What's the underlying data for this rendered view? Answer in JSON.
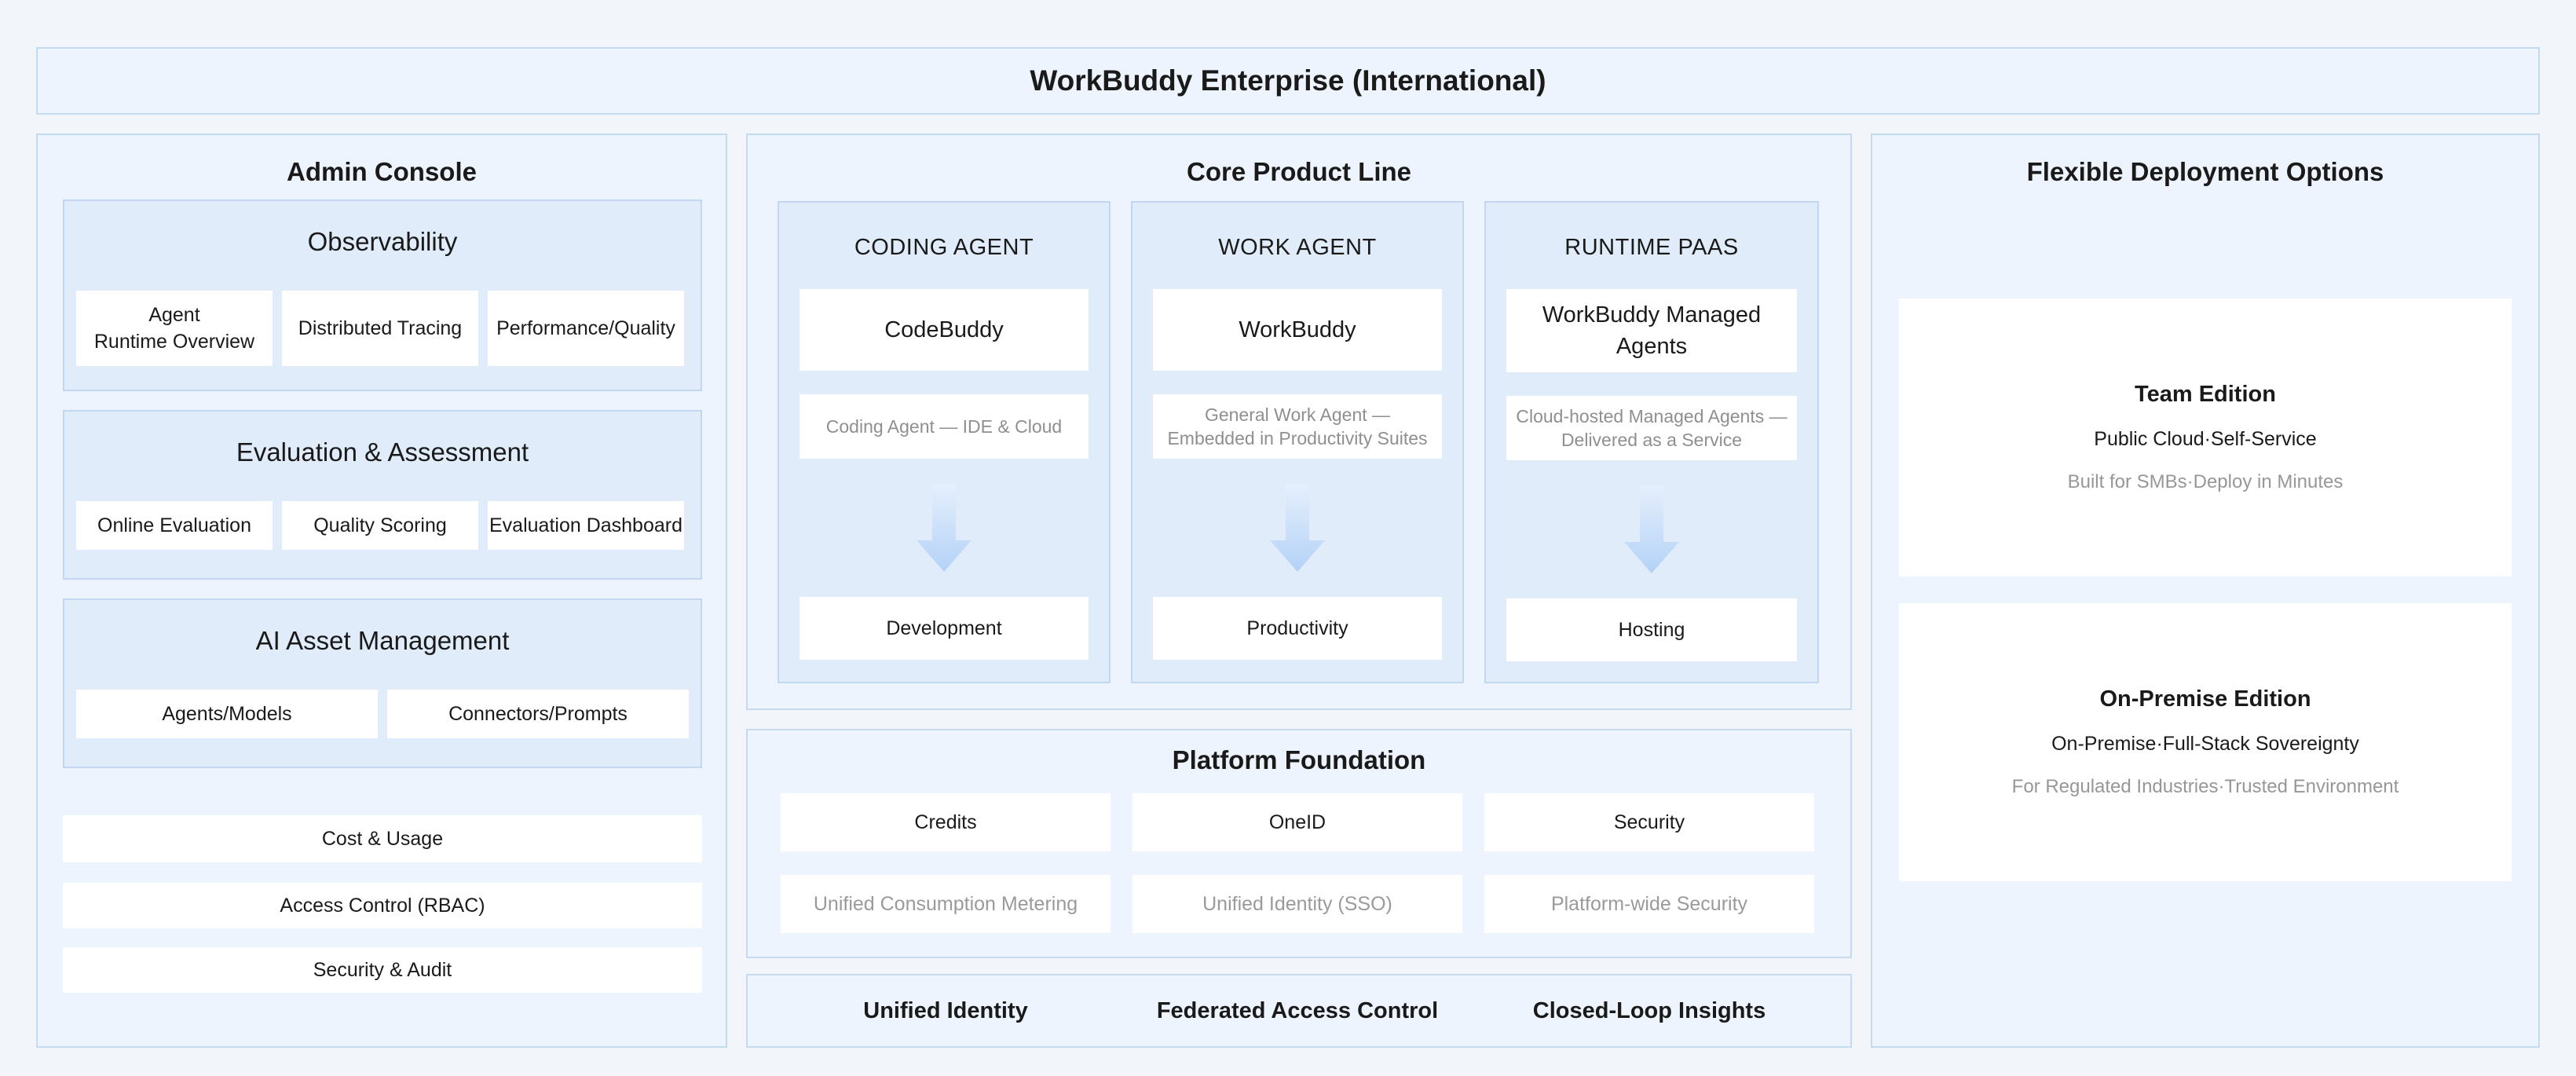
{
  "header": {
    "title": "WorkBuddy Enterprise (International)"
  },
  "admin_console": {
    "title": "Admin Console",
    "observability": {
      "title": "Observability",
      "items": [
        "Agent\nRuntime Overview",
        "Distributed Tracing",
        "Performance/Quality"
      ]
    },
    "evaluation": {
      "title": "Evaluation & Assessment",
      "items": [
        "Online Evaluation",
        "Quality Scoring",
        "Evaluation Dashboard"
      ]
    },
    "ai_asset": {
      "title": "AI Asset Management",
      "items": [
        "Agents/Models",
        "Connectors/Prompts"
      ]
    },
    "bars": [
      "Cost & Usage",
      "Access Control (RBAC)",
      "Security & Audit"
    ]
  },
  "core_product_line": {
    "title": "Core Product Line",
    "columns": [
      {
        "title": "CODING AGENT",
        "product": "CodeBuddy",
        "description": "Coding Agent — IDE & Cloud",
        "outcome": "Development"
      },
      {
        "title": "WORK AGENT",
        "product": "WorkBuddy",
        "description": "General Work Agent —\nEmbedded in Productivity Suites",
        "outcome": "Productivity"
      },
      {
        "title": "RUNTIME PAAS",
        "product": "WorkBuddy Managed\nAgents",
        "description": "Cloud-hosted Managed Agents —\nDelivered as a Service",
        "outcome": "Hosting"
      }
    ]
  },
  "platform_foundation": {
    "title": "Platform Foundation",
    "items": [
      {
        "name": "Credits",
        "description": "Unified Consumption Metering"
      },
      {
        "name": "OneID",
        "description": "Unified Identity (SSO)"
      },
      {
        "name": "Security",
        "description": "Platform-wide Security"
      }
    ]
  },
  "bottom_bar": {
    "items": [
      "Unified Identity",
      "Federated Access Control",
      "Closed-Loop Insights"
    ]
  },
  "deployment": {
    "title": "Flexible Deployment Options",
    "editions": [
      {
        "name": "Team Edition",
        "subtitle": "Public Cloud·Self-Service",
        "description": "Built for SMBs·Deploy in Minutes"
      },
      {
        "name": "On-Premise Edition",
        "subtitle": "On-Premise·Full-Stack Sovereignty",
        "description": "For Regulated Industries·Trusted Environment"
      }
    ]
  },
  "colors": {
    "panel_bg": "#eef4fd",
    "inner_bg": "#e1ecfb",
    "border": "#c5d9ef",
    "arrow_top": "#e4eefc",
    "arrow_bottom": "#b5d3f7"
  }
}
